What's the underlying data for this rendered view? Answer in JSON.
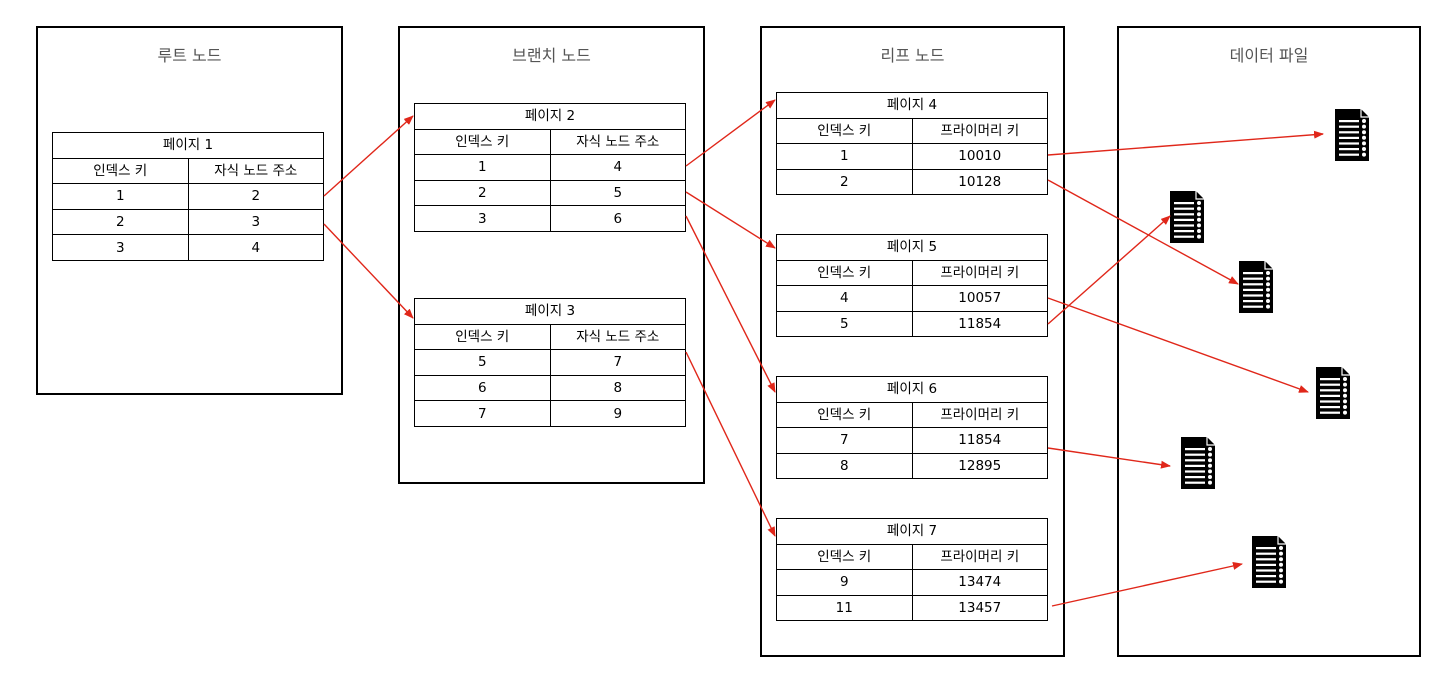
{
  "sections": {
    "root": {
      "title": "루트 노드",
      "pages": [
        {
          "title": "페이지 1",
          "col1": "인덱스 키",
          "col2": "자식 노드 주소",
          "rows": [
            [
              "1",
              "2"
            ],
            [
              "2",
              "3"
            ],
            [
              "3",
              "4"
            ]
          ]
        }
      ]
    },
    "branch": {
      "title": "브랜치 노드",
      "pages": [
        {
          "title": "페이지 2",
          "col1": "인덱스 키",
          "col2": "자식 노드 주소",
          "rows": [
            [
              "1",
              "4"
            ],
            [
              "2",
              "5"
            ],
            [
              "3",
              "6"
            ]
          ]
        },
        {
          "title": "페이지 3",
          "col1": "인덱스 키",
          "col2": "자식 노드 주소",
          "rows": [
            [
              "5",
              "7"
            ],
            [
              "6",
              "8"
            ],
            [
              "7",
              "9"
            ]
          ]
        }
      ]
    },
    "leaf": {
      "title": "리프 노드",
      "pages": [
        {
          "title": "페이지 4",
          "col1": "인덱스 키",
          "col2": "프라이머리 키",
          "rows": [
            [
              "1",
              "10010"
            ],
            [
              "2",
              "10128"
            ]
          ]
        },
        {
          "title": "페이지 5",
          "col1": "인덱스 키",
          "col2": "프라이머리 키",
          "rows": [
            [
              "4",
              "10057"
            ],
            [
              "5",
              "11854"
            ]
          ]
        },
        {
          "title": "페이지 6",
          "col1": "인덱스 키",
          "col2": "프라이머리 키",
          "rows": [
            [
              "7",
              "11854"
            ],
            [
              "8",
              "12895"
            ]
          ]
        },
        {
          "title": "페이지 7",
          "col1": "인덱스 키",
          "col2": "프라이머리 키",
          "rows": [
            [
              "9",
              "13474"
            ],
            [
              "11",
              "13457"
            ]
          ]
        }
      ]
    },
    "data": {
      "title": "데이터 파일",
      "record_icon": "document-record-icon"
    }
  },
  "colors": {
    "arrow": "#e0271a",
    "border": "#000000",
    "title_text": "#555555"
  }
}
